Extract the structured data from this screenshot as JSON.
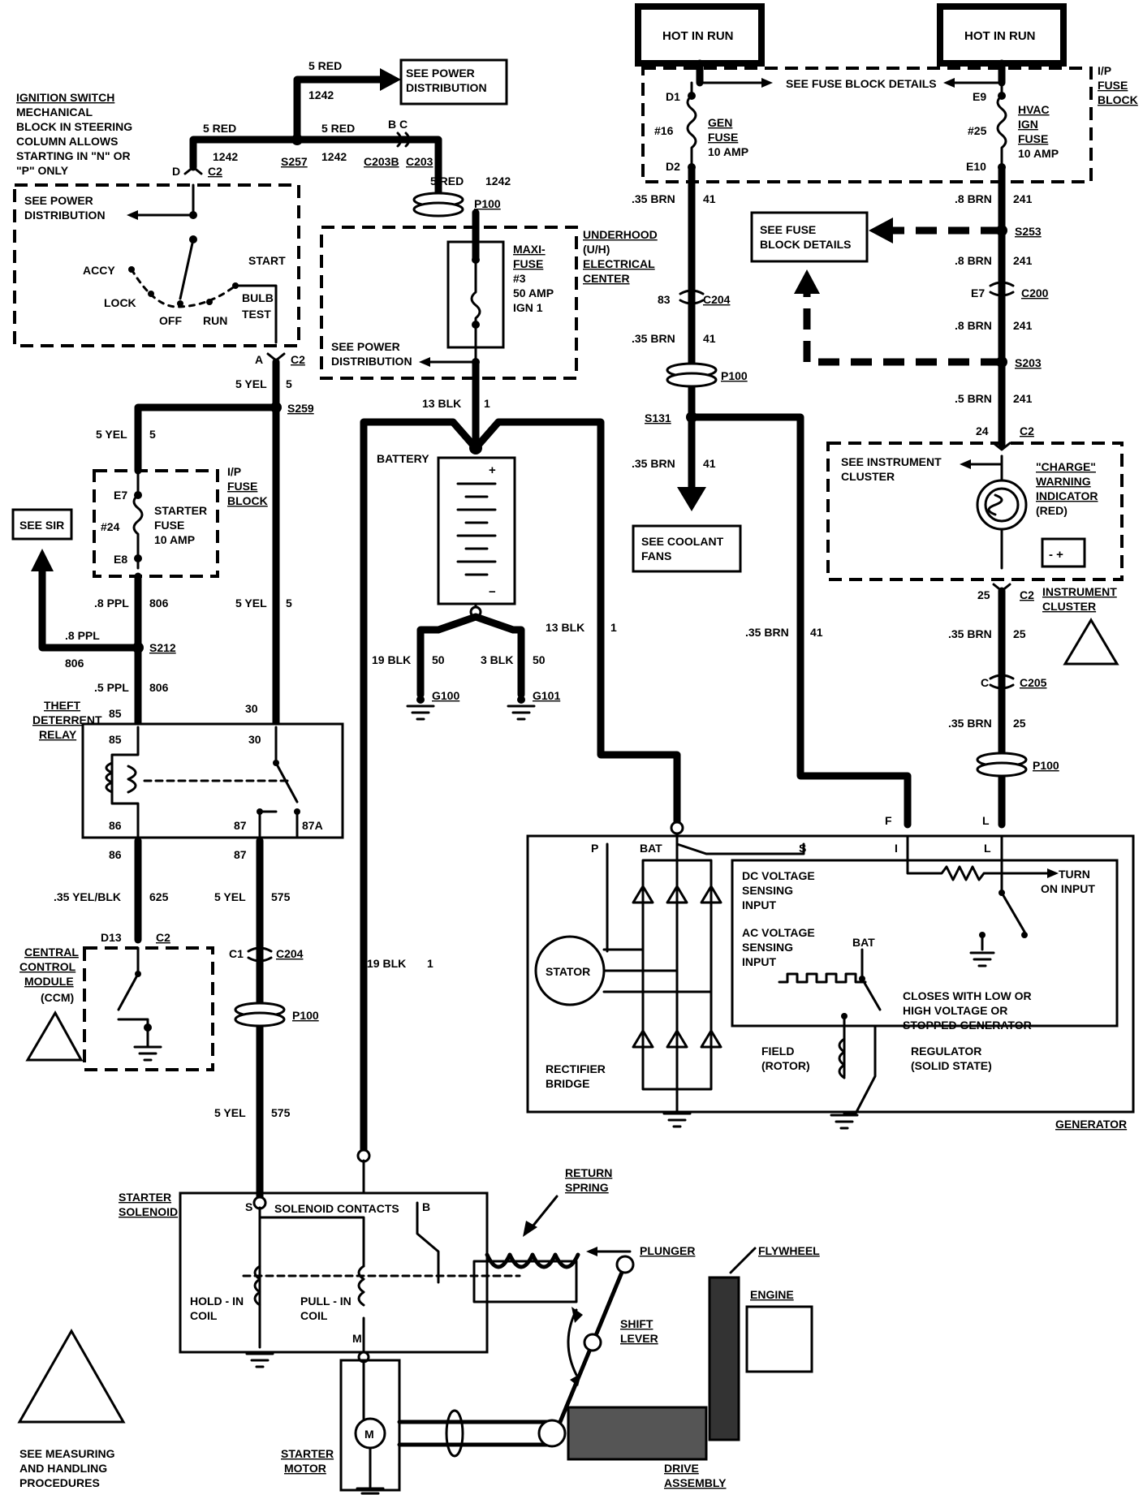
{
  "diagram": {
    "hot_in_run_left": "HOT IN RUN",
    "hot_in_run_right": "HOT IN RUN",
    "ignition": {
      "title": "IGNITION SWITCH",
      "desc": [
        "MECHANICAL",
        "BLOCK IN STEERING",
        "COLUMN ALLOWS",
        "STARTING IN \"N\" OR",
        "\"P\" ONLY"
      ],
      "see_power": [
        "SEE POWER",
        "DISTRIBUTION"
      ],
      "positions": {
        "accy": "ACCY",
        "lock": "LOCK",
        "off": "OFF",
        "run": "RUN",
        "start": "START",
        "bulb": "BULB",
        "test": "TEST"
      },
      "pin_d": "D",
      "conn_d": "C2",
      "pin_a": "A",
      "conn_a": "C2"
    },
    "power_dist_top": [
      "SEE POWER",
      "DISTRIBUTION"
    ],
    "wires": {
      "w5red_top": "5 RED",
      "w1242_top": "1242",
      "w5red_left": "5 RED",
      "w1242_left": "1242",
      "w5red_mid": "5 RED",
      "w1242_mid": "1242",
      "w5red_right": "5 RED",
      "w1242_right": "1242",
      "s257": "S257",
      "bc": "B C",
      "c203b": "C203B",
      "c203": "C203",
      "w5yel_a": "5 YEL",
      "w5_a": "5",
      "s259": "S259",
      "w5yel_b": "5 YEL",
      "w5_b": "5",
      "w5yel_c": "5 YEL",
      "w5_c": "5",
      "w8ppl_a": ".8 PPL",
      "w806_a": "806",
      "w8ppl_b": ".8 PPL",
      "w806_b": "806",
      "s212": "S212",
      "w5ppl": ".5 PPL",
      "w806_c": "806",
      "w35yelblk": ".35 YEL/BLK",
      "w625": "625",
      "w5yel_d": "5 YEL",
      "w575_d": "575",
      "w5yel_e": "5 YEL",
      "w575_e": "575",
      "w13blk_a": "13 BLK",
      "w1_a": "1",
      "w13blk_b": "13 BLK",
      "w1_b": "1",
      "w19blk_a": "19 BLK",
      "w50_a": "50",
      "w3blk": "3 BLK",
      "w50_b": "50",
      "w19blk_b": "19 BLK",
      "w1_c": "1",
      "g100": "G100",
      "g101": "G101",
      "p100_a": "P100",
      "p100_b": "P100",
      "p100_c": "P100",
      "p100_d": "P100",
      "c204_a": "C204",
      "c1": "C1",
      "c204_b": "C204",
      "pin83": "83",
      "w35brn_a": ".35 BRN",
      "w41_a": "41",
      "w35brn_b": ".35 BRN",
      "w41_b": "41",
      "w35brn_c": ".35 BRN",
      "w41_c": "41",
      "w35brn_d": ".35 BRN",
      "w41_d": "41",
      "s131": "S131",
      "w8brn_a": ".8 BRN",
      "w241_a": "241",
      "s253": "S253",
      "w8brn_b": ".8 BRN",
      "w241_b": "241",
      "pin_e7": "E7",
      "c200": "C200",
      "w8brn_c": ".8 BRN",
      "w241_c": "241",
      "s203": "S203",
      "w5brn": ".5 BRN",
      "w241_d": "241",
      "pin24": "24",
      "c2_ic_top": "C2",
      "pin25": "25",
      "c2_ic_bot": "C2",
      "w35brn_e": ".35 BRN",
      "w25_e": "25",
      "pin_c": "C",
      "c205": "C205",
      "w35brn_f": ".35 BRN",
      "w25_f": "25",
      "pin_d13": "D13",
      "c2_ccm": "C2"
    },
    "maxi_fuse": {
      "title": [
        "MAXI-",
        "FUSE"
      ],
      "num": "#3",
      "rating": "50 AMP",
      "circuit": "IGN 1"
    },
    "underhood": [
      "UNDERHOOD",
      "(U/H)",
      "ELECTRICAL",
      "CENTER"
    ],
    "power_dist_uh": [
      "SEE POWER",
      "DISTRIBUTION"
    ],
    "battery": "BATTERY",
    "fuse_block_right": {
      "see": "SEE FUSE BLOCK DETAILS",
      "ip": "I/P",
      "fuse": "FUSE",
      "block": "BLOCK",
      "d1": "D1",
      "d2": "D2",
      "gen_num": "#16",
      "gen_name": [
        "GEN",
        "FUSE"
      ],
      "gen_rating": "10 AMP",
      "e9": "E9",
      "e10": "E10",
      "hvac_num": "#25",
      "hvac_name": [
        "HVAC",
        "IGN",
        "FUSE"
      ],
      "hvac_rating": "10 AMP"
    },
    "see_fuse_block": [
      "SEE FUSE",
      "BLOCK DETAILS"
    ],
    "coolant": [
      "SEE COOLANT",
      "FANS"
    ],
    "instrument": {
      "see": [
        "SEE INSTRUMENT",
        "CLUSTER"
      ],
      "charge": [
        "\"CHARGE\"",
        "WARNING",
        "INDICATOR",
        "(RED)"
      ],
      "name": [
        "INSTRUMENT",
        "CLUSTER"
      ]
    },
    "starter_fuse": {
      "ip": "I/P",
      "fuse": "FUSE",
      "block": "BLOCK",
      "e7": "E7",
      "e8": "E8",
      "num": "#24",
      "name": [
        "STARTER",
        "FUSE"
      ],
      "rating": "10 AMP"
    },
    "see_sir": "SEE SIR",
    "relay": {
      "name": [
        "THEFT",
        "DETERRENT",
        "RELAY"
      ],
      "p85": "85",
      "p86": "86",
      "p30": "30",
      "p87": "87",
      "p87a": "87A",
      "o85": "85",
      "o30": "30",
      "o86": "86",
      "o87": "87"
    },
    "ccm": [
      "CENTRAL",
      "CONTROL",
      "MODULE",
      "(CCM)"
    ],
    "generator": {
      "name": "GENERATOR",
      "p": "P",
      "bat": "BAT",
      "s": "S",
      "i": "I",
      "l": "L",
      "f": "F",
      "l_out": "L",
      "stator": "STATOR",
      "rectifier": [
        "RECTIFIER",
        "BRIDGE"
      ],
      "field": [
        "FIELD",
        "(ROTOR)"
      ],
      "regulator": [
        "REGULATOR",
        "(SOLID STATE)"
      ],
      "dc": [
        "DC VOLTAGE",
        "SENSING",
        "INPUT"
      ],
      "ac": [
        "AC VOLTAGE",
        "SENSING",
        "INPUT"
      ],
      "turn": [
        "TURN",
        "ON INPUT"
      ],
      "bat2": "BAT",
      "closes": [
        "CLOSES WITH LOW OR",
        "HIGH VOLTAGE OR",
        "STOPPED GENERATOR"
      ]
    },
    "starter": {
      "solenoid": [
        "STARTER",
        "SOLENOID"
      ],
      "contacts": "SOLENOID CONTACTS",
      "s": "S",
      "b": "B",
      "m": "M",
      "hold": [
        "HOLD - IN",
        "COIL"
      ],
      "pull": [
        "PULL - IN",
        "COIL"
      ],
      "return_spring": [
        "RETURN",
        "SPRING"
      ],
      "plunger": "PLUNGER",
      "flywheel": "FLYWHEEL",
      "engine": "ENGINE",
      "shift": [
        "SHIFT",
        "LEVER"
      ],
      "motor": [
        "STARTER",
        "MOTOR"
      ],
      "drive": [
        "DRIVE",
        "ASSEMBLY"
      ],
      "motor_m": "M"
    },
    "esd_note": [
      "SEE MEASURING",
      "AND HANDLING",
      "PROCEDURES"
    ]
  }
}
